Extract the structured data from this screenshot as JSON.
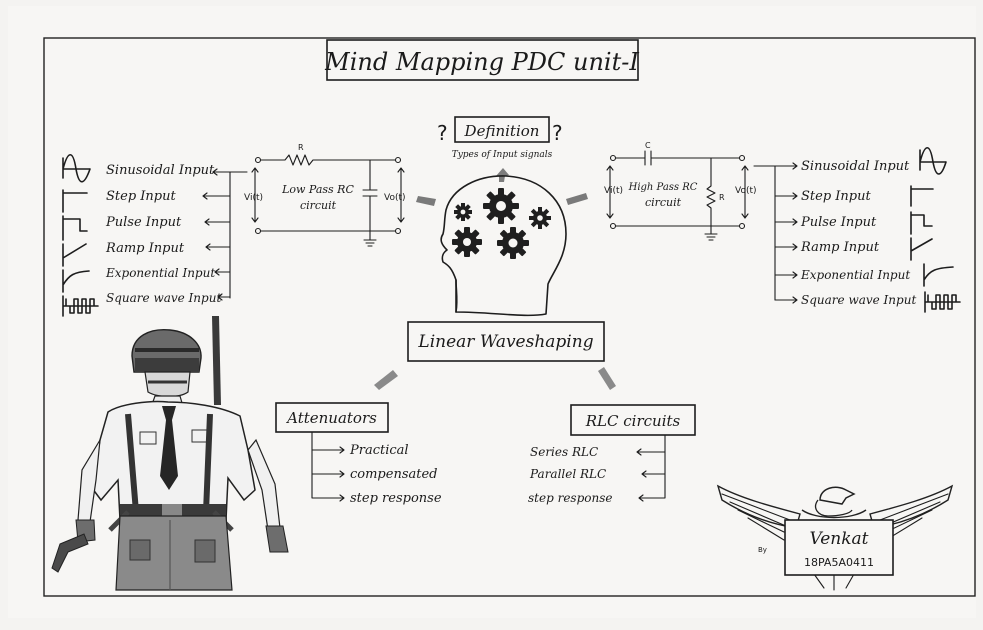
{
  "title": "Mind Mapping PDC unit-I",
  "center": {
    "definition": "Definition",
    "definition_marks": [
      "?",
      "?"
    ],
    "subtitle": "Types of Input signals",
    "main_topic": "Linear Waveshaping"
  },
  "low_pass": {
    "label_line1": "Low Pass RC",
    "label_line2": "circuit",
    "resistor_label": "R",
    "vin_label": "Vi(t)",
    "vout_label": "Vo(t)"
  },
  "high_pass": {
    "label_line1": "High Pass RC",
    "label_line2": "circuit",
    "capacitor_label": "C",
    "resistor_label": "R",
    "vin_label": "Vi(t)",
    "vout_label": "Vo(t)"
  },
  "left_inputs": [
    "Sinusoidal Input",
    "Step Input",
    "Pulse Input",
    "Ramp Input",
    "Exponential Input",
    "Square wave Input"
  ],
  "right_inputs": [
    "Sinusoidal Input",
    "Step Input",
    "Pulse Input",
    "Ramp Input",
    "Exponential Input",
    "Square wave Input"
  ],
  "attenuators": {
    "title": "Attenuators",
    "items": [
      "Practical",
      "compensated",
      "step response"
    ]
  },
  "rlc": {
    "title": "RLC circuits",
    "items": [
      "Series RLC",
      "Parallel RLC",
      "step response"
    ]
  },
  "signature": {
    "by": "By",
    "name": "Venkat",
    "roll": "18PA5A0411"
  },
  "colors": {
    "paper": "#f7f6f4",
    "ink": "#1d1d1d",
    "pencil": "#6e6e6e"
  }
}
